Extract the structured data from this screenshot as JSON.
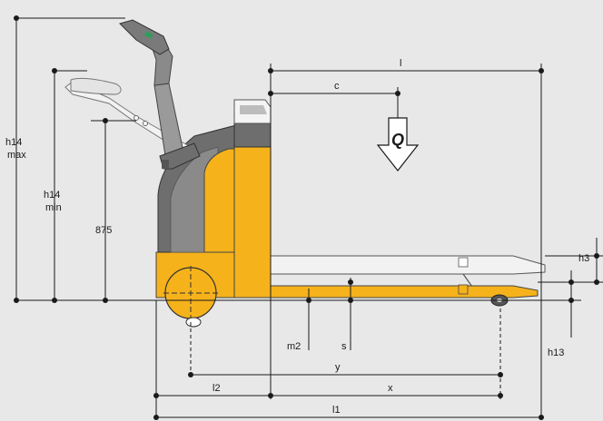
{
  "labels": {
    "l": "l",
    "c": "c",
    "q": "Q",
    "h14_max_line1": "h14",
    "h14_max_line2": "max",
    "h14_min_line1": "h14",
    "h14_min_line2": "min",
    "h875": "875",
    "h3": "h3",
    "h13": "h13",
    "m2": "m2",
    "s": "s",
    "y": "y",
    "l2": "l2",
    "x": "x",
    "l1": "l1"
  },
  "colors": {
    "background": "#e8e8e8",
    "body_yellow": "#f5b21b",
    "body_gray": "#6e6e6e",
    "line": "#1a1a1a",
    "handle_green": "#2e9e5a"
  }
}
